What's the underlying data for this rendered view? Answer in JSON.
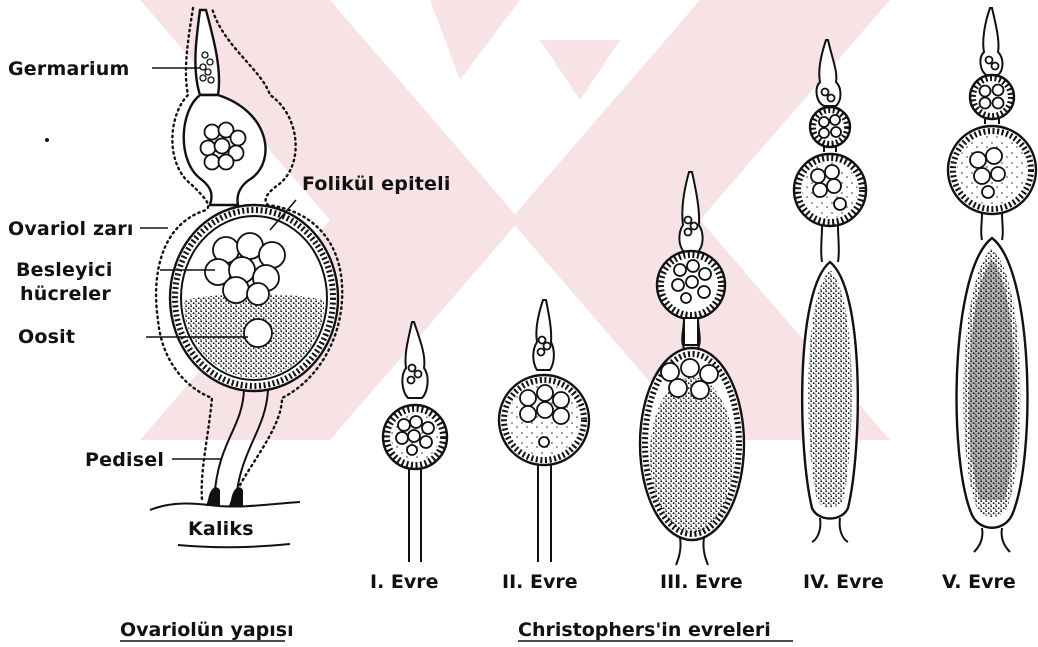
{
  "structure_labels": {
    "germarium": "Germarium",
    "follicle_epithelium": "Folikül epiteli",
    "ovariole_membrane": "Ovariol zarı",
    "nurse_cells_line1": "Besleyici",
    "nurse_cells_line2": "hücreler",
    "oocyte": "Oosit",
    "pedicel": "Pedisel",
    "calyx": "Kaliks"
  },
  "stages": [
    "I. Evre",
    "II. Evre",
    "III. Evre",
    "IV. Evre",
    "V. Evre"
  ],
  "captions": {
    "left": "Ovariolün yapısı",
    "right": "Christophers'in evreleri"
  },
  "colors": {
    "ink": "#111111",
    "background": "#ffffff",
    "watermark": "#f7e3e6"
  }
}
